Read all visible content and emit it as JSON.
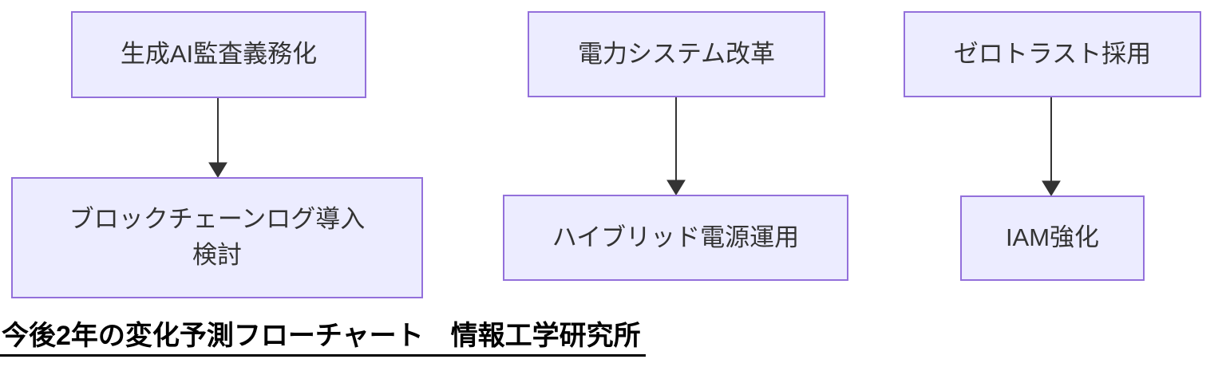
{
  "diagram": {
    "type": "flowchart",
    "direction": "top-down",
    "title": "今後2年の変化予測フローチャート　情報工学研究所",
    "colors": {
      "node_fill": "#ECECFF",
      "node_border": "#9370DB",
      "arrow": "#333333",
      "node_text": "#333333",
      "title_text": "#000000",
      "background": "#FFFFFF"
    },
    "nodes": {
      "a1": {
        "label": "生成AI監査義務化"
      },
      "a2": {
        "line1": "ブロックチェーンログ導入",
        "line2": "検討"
      },
      "b1": {
        "label": "電力システム改革"
      },
      "b2": {
        "label": "ハイブリッド電源運用"
      },
      "c1": {
        "label": "ゼロトラスト採用"
      },
      "c2": {
        "label": "IAM強化"
      }
    },
    "flows": [
      {
        "from": "生成AI監査義務化",
        "to": "ブロックチェーンログ導入検討"
      },
      {
        "from": "電力システム改革",
        "to": "ハイブリッド電源運用"
      },
      {
        "from": "ゼロトラスト採用",
        "to": "IAM強化"
      }
    ]
  }
}
